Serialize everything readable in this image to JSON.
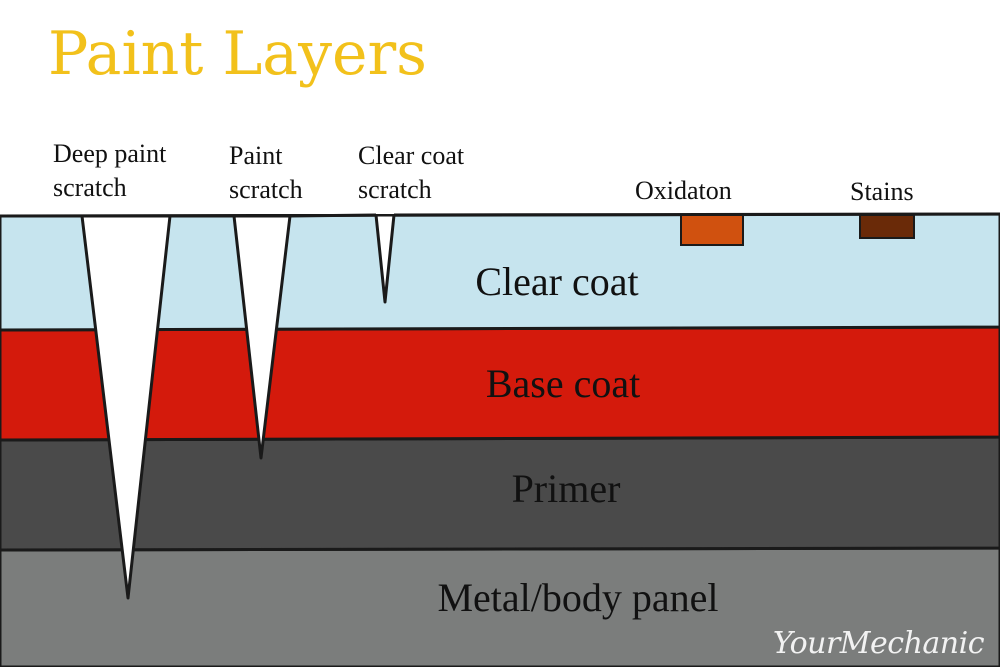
{
  "title": "Paint Layers",
  "colors": {
    "title": "#f2c11b",
    "clear_coat": "#c6e4ee",
    "base_coat": "#d41a0c",
    "primer": "#4a4a4a",
    "metal_panel": "#7b7d7c",
    "oxidation": "#d0510f",
    "stains": "#6a2a08",
    "outline": "#1a1a1a"
  },
  "annotations": {
    "deep_scratch": "Deep paint\nscratch",
    "paint_scratch": "Paint\nscratch",
    "clear_coat_scratch": "Clear coat\nscratch",
    "oxidation": "Oxidaton",
    "stains": "Stains"
  },
  "layers": {
    "clear_coat": "Clear coat",
    "base_coat": "Base coat",
    "primer": "Primer",
    "metal_panel": "Metal/body panel"
  },
  "watermark": "YourMechanic"
}
